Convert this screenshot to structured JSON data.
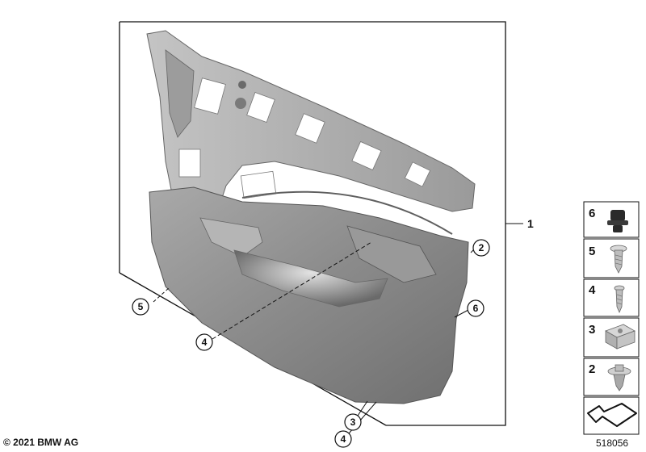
{
  "diagram": {
    "main_label": "1",
    "callouts": [
      "2",
      "6",
      "5",
      "4",
      "3",
      "4"
    ],
    "legend": [
      "6",
      "5",
      "4",
      "3",
      "2"
    ]
  },
  "footer": {
    "copyright": "© 2021 BMW AG",
    "doc_number": "518056"
  },
  "colors": {
    "panel": "#8e8e8e",
    "frame": "#b0b0b0",
    "line": "#111111"
  }
}
